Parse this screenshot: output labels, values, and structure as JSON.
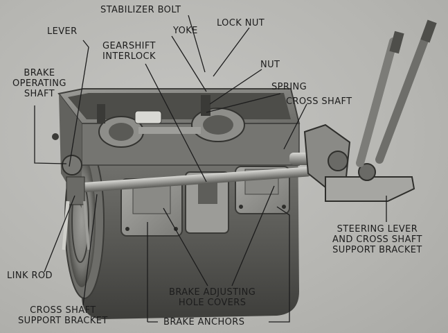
{
  "labels": {
    "stabilizer_bolt": "STABILIZER BOLT",
    "lever": "LEVER",
    "yoke": "YOKE",
    "lock_nut": "LOCK NUT",
    "gearshift_interlock": "GEARSHIFT\nINTERLOCK",
    "nut": "NUT",
    "brake_operating_shaft": "BRAKE\nOPERATING\nSHAFT",
    "spring": "SPRING",
    "cross_shaft": "CROSS SHAFT",
    "steering_lever_bracket": "STEERING LEVER\nAND CROSS SHAFT\nSUPPORT BRACKET",
    "link_rod": "LINK ROD",
    "brake_adjusting_hole_covers": "BRAKE ADJUSTING\nHOLE COVERS",
    "cross_shaft_support_bracket": "CROSS SHAFT\nSUPPORT BRACKET",
    "brake_anchors": "BRAKE ANCHORS"
  },
  "colors": {
    "background": "#b9b9b6",
    "metal_dark": "#4a4a47",
    "metal_light": "#8c8c88",
    "leader": "#1c1c1c"
  }
}
